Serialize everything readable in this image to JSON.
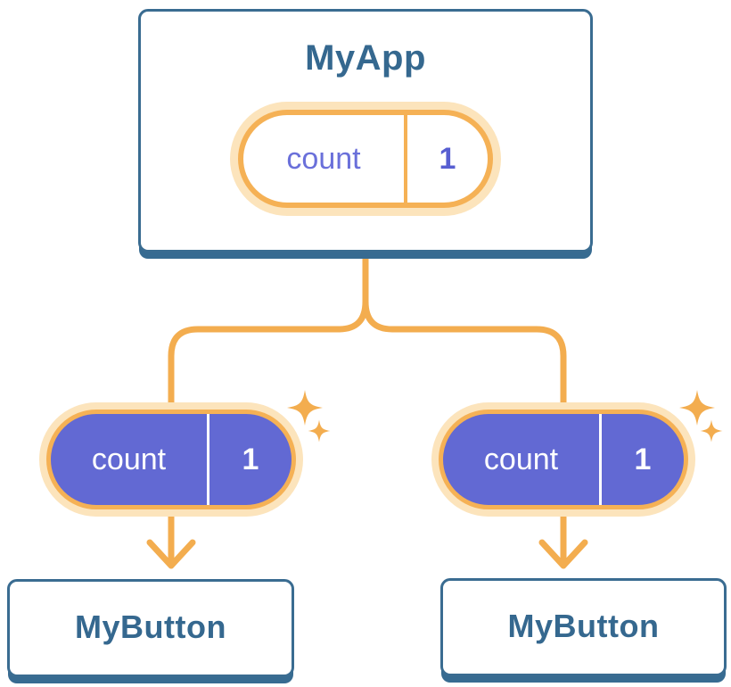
{
  "diagram": {
    "description": "Component tree with shared state passed down",
    "root": {
      "title": "MyApp",
      "state": {
        "label": "count",
        "value": "1"
      }
    },
    "children": [
      {
        "title": "MyButton",
        "state": {
          "label": "count",
          "value": "1"
        }
      },
      {
        "title": "MyButton",
        "state": {
          "label": "count",
          "value": "1"
        }
      }
    ],
    "icons": {
      "sparkle": "sparkle-icon",
      "arrow": "arrow-down-icon"
    },
    "colors": {
      "card_border": "#3A6C91",
      "card_shadow": "#376B91",
      "heading_text": "#35688F",
      "connector_orange": "#F3AD4F",
      "pill_ring_orange": "#F5B155",
      "pill_halo_cream": "#FCE4BC",
      "pill_fill_indigo": "#6269D3",
      "root_state_label_text": "#6A70DA",
      "root_state_value_text": "#575ED1",
      "child_state_text": "#FFFFFF"
    }
  }
}
